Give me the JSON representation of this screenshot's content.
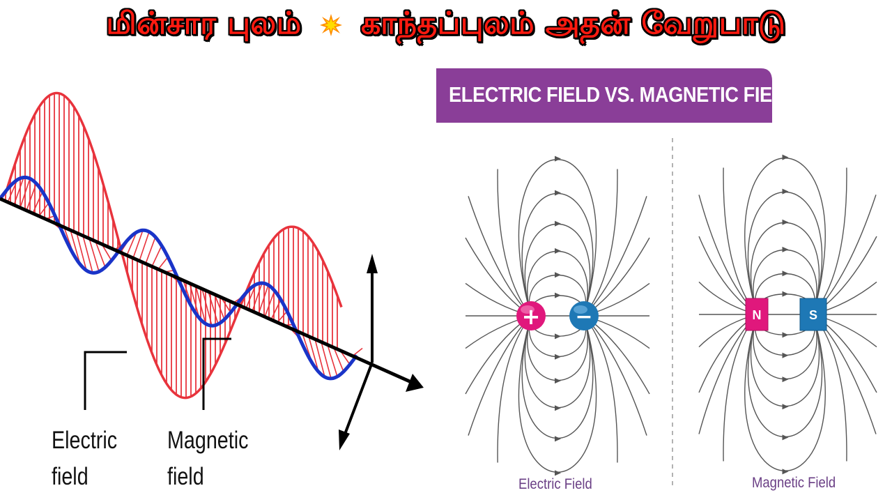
{
  "title": {
    "part1": "மின்சார புலம்",
    "separator_icon": "collision-emoji",
    "part2": "காந்தப்புலம் அதன் வேறுபாடு"
  },
  "wave_diagram": {
    "electric_label_line1": "Electric",
    "electric_label_line2": "field",
    "magnetic_label_line1": "Magnetic",
    "magnetic_label_line2": "field",
    "colors": {
      "electric": "#e8333c",
      "magnetic": "#1a34c8",
      "axis": "#000000"
    }
  },
  "comparison_panel": {
    "banner_text": "ELECTRIC FIELD VS. MAGNETIC FIELD",
    "banner_color": "#8a3e98",
    "electric_diagram": {
      "positive_symbol": "+",
      "negative_symbol": "−",
      "caption": "Electric Field",
      "positive_color": "#e0187c",
      "negative_color": "#1e78b5"
    },
    "magnetic_diagram": {
      "north_label": "N",
      "south_label": "S",
      "caption": "Magnetic Field",
      "north_color": "#e0187c",
      "south_color": "#1e78b5"
    },
    "field_line_color": "#555555"
  }
}
